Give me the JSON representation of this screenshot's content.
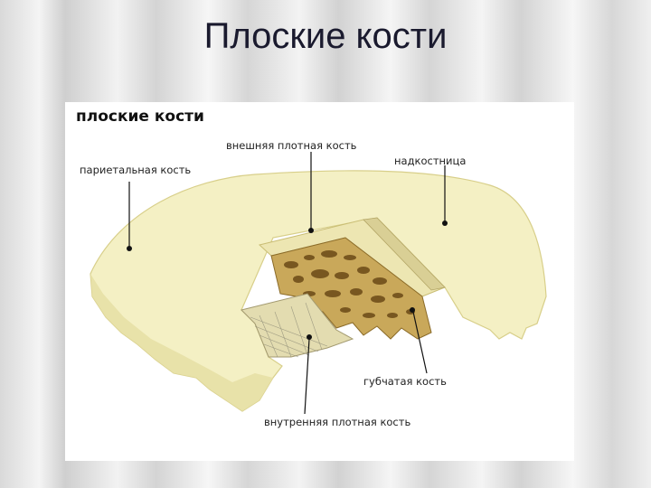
{
  "slide": {
    "title": "Плоские кости"
  },
  "figure": {
    "heading": "плоские кости",
    "labels": {
      "outer_compact": "внешняя плотная кость",
      "parietal": "париетальная кость",
      "periosteum": "надкостница",
      "spongy": "губчатая кость",
      "inner_compact": "внутренняя плотная кость"
    }
  },
  "colors": {
    "bone_surface": "#f4f0c4",
    "bone_edge": "#e7e0a6",
    "spongy_fill": "#c9a85a",
    "spongy_holes": "#6b4a16"
  }
}
